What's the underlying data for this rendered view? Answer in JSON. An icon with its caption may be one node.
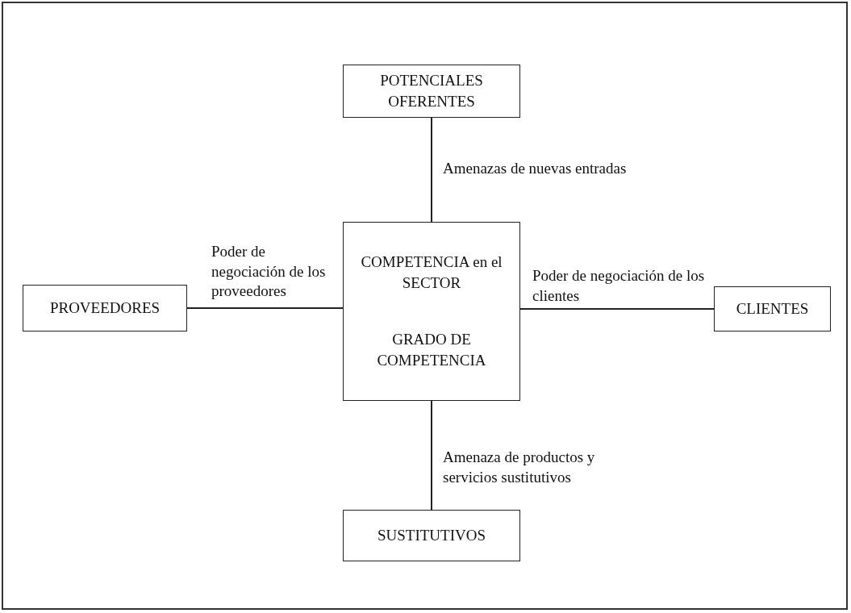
{
  "diagram": {
    "nodes": [
      {
        "text": [
          "POTENCIALES OFERENTES"
        ]
      },
      {
        "text": [
          "PROVEEDORES"
        ]
      },
      {
        "text": [
          "COMPETENCIA en el SECTOR",
          "GRADO DE COMPETENCIA"
        ]
      },
      {
        "text": [
          "CLIENTES"
        ]
      },
      {
        "text": [
          "SUSTITUTIVOS"
        ]
      }
    ],
    "edges": [
      {
        "from": 0,
        "to": 2,
        "arrow": "none",
        "label": "Amenazas de nuevas entradas"
      },
      {
        "from": 1,
        "to": 2,
        "arrow": "none",
        "label": "Poder de negociación de los proveedores"
      },
      {
        "from": 2,
        "to": 3,
        "arrow": "none",
        "label": "Poder de negociación de los clientes"
      },
      {
        "from": 2,
        "to": 4,
        "arrow": "none",
        "label": "Amenaza de productos y servicios sustitutivos"
      }
    ]
  }
}
